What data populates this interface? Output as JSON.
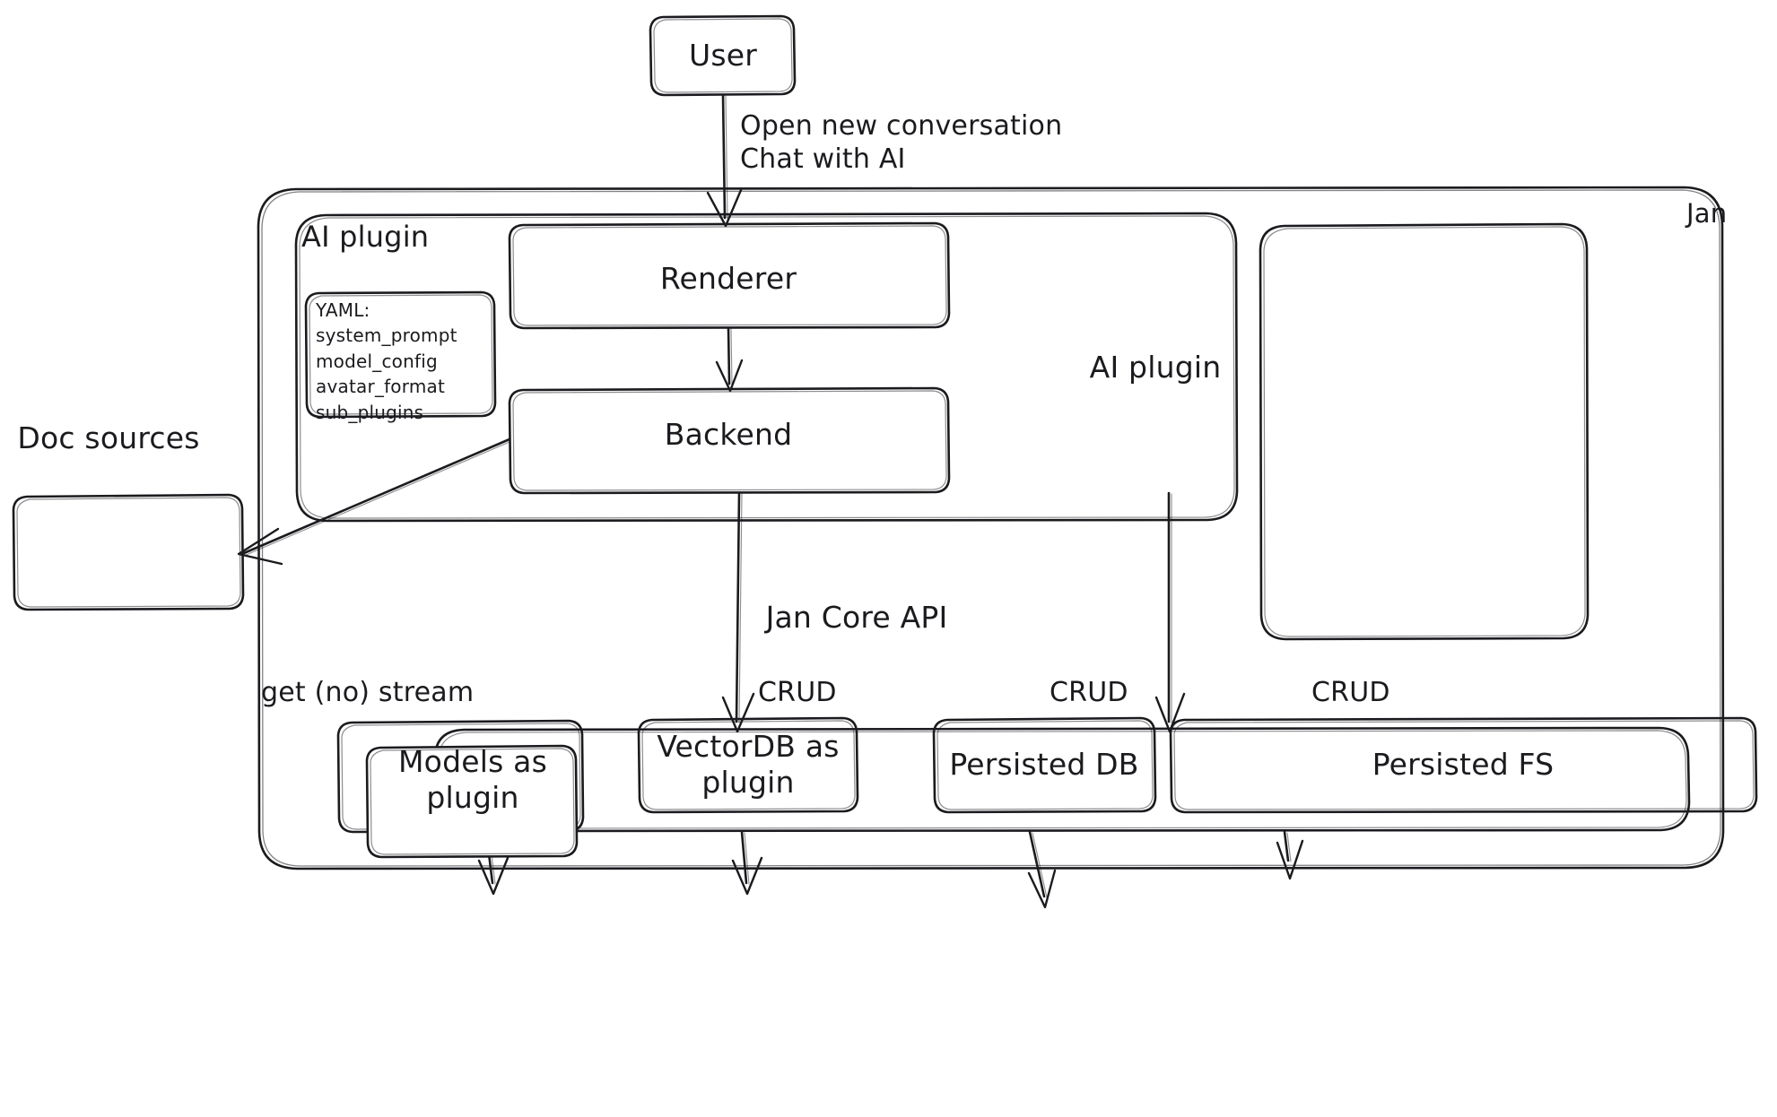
{
  "diagram": {
    "title": "Jan architecture",
    "style": "hand-drawn sketch",
    "stroke_color": "#1b1b1f",
    "background_color": "#ffffff"
  },
  "containers": [
    {
      "id": "jan",
      "label": "Jan",
      "label_pos": "top-right"
    },
    {
      "id": "ai_plugin_group",
      "label": "AI plugin",
      "label_pos": "top-left"
    }
  ],
  "nodes": {
    "user": "User",
    "renderer": "Renderer",
    "backend": "Backend",
    "yaml": "YAML:\nsystem_prompt\nmodel_config\navatar_format\nsub_plugins",
    "doc_sources": "Doc sources",
    "ai_plugin_right": "AI plugin",
    "jan_core_api": "Jan Core API",
    "models_plugin": "Models as\nplugin",
    "vectordb_plugin": "VectorDB as\nplugin",
    "persisted_db": "Persisted DB",
    "persisted_fs": "Persisted FS"
  },
  "edge_labels": {
    "user_to_renderer": "Open new conversation\nChat with AI",
    "api_to_models": "get (no) stream",
    "api_to_vectordb": "CRUD",
    "api_to_db": "CRUD",
    "api_to_fs": "CRUD"
  },
  "edges": [
    {
      "from": "user",
      "to": "renderer",
      "label": "Open new conversation\nChat with AI"
    },
    {
      "from": "renderer",
      "to": "backend",
      "label": ""
    },
    {
      "from": "backend",
      "to": "doc_sources",
      "label": ""
    },
    {
      "from": "backend",
      "to": "jan_core_api",
      "label": ""
    },
    {
      "from": "ai_plugin_right",
      "to": "jan_core_api",
      "label": ""
    },
    {
      "from": "jan_core_api",
      "to": "models_plugin",
      "label": "get (no) stream"
    },
    {
      "from": "jan_core_api",
      "to": "vectordb_plugin",
      "label": "CRUD"
    },
    {
      "from": "jan_core_api",
      "to": "persisted_db",
      "label": "CRUD"
    },
    {
      "from": "jan_core_api",
      "to": "persisted_fs",
      "label": "CRUD"
    }
  ]
}
